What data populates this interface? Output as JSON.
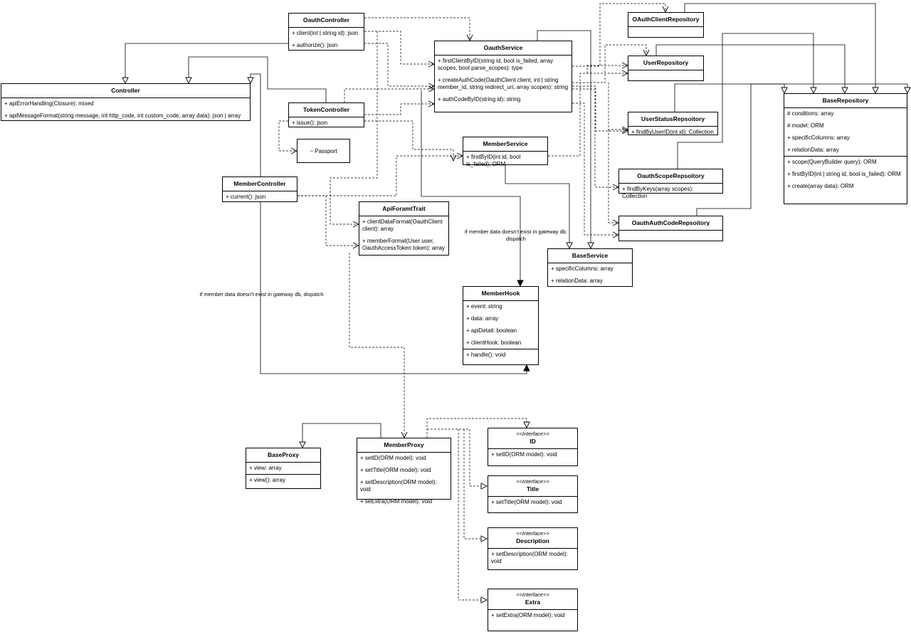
{
  "classes": {
    "oauth_controller": {
      "name": "OauthController",
      "ops": [
        "+ client(int | string id): json",
        "+ authorize(): json"
      ]
    },
    "controller": {
      "name": "Controller",
      "ops": [
        "+ apiErrorHandling(Closure): mixed",
        "+ apiMessageFormat(string message, int http_code, int custom_code, array data): json | array"
      ]
    },
    "token_controller": {
      "name": "TokenController",
      "ops": [
        "+ issue(): json"
      ]
    },
    "passport": {
      "name": "~ Passport"
    },
    "member_controller": {
      "name": "MemberController",
      "ops": [
        "+ current(): json"
      ]
    },
    "oauth_service": {
      "name": "OauthService",
      "ops": [
        "+ firstClientByID(string id, bool is_failed, array scopes, bool parse_scopes): type",
        "+ createAuthCode(OauthClient client, int | string member_id, string redirect_uri, array scopes): string",
        "+ authCodeByID(string id): string"
      ]
    },
    "member_service": {
      "name": "MemberService",
      "ops": [
        "+ firstByID(int id, bool is_failed): ORM"
      ]
    },
    "api_format_trait": {
      "name": "ApiForamtTrait",
      "ops": [
        "+ clientDataFormat(OauthClient client): array",
        "+ memberFormat(User user, OauthAccessToken token): array"
      ]
    },
    "base_service": {
      "name": "BaseService",
      "ops": [
        "+ specificColumns: array",
        "+ relationData: array"
      ]
    },
    "member_hook": {
      "name": "MemberHook",
      "attrs": [
        "+ event: string",
        "+ data: array",
        "+ apiDetail: boolean",
        "+ clientHook: boolean"
      ],
      "ops": [
        "+ handle(): void"
      ]
    },
    "oauth_client_repository": {
      "name": "OAuthClientRepository"
    },
    "user_repository": {
      "name": "UserRepository"
    },
    "user_status_repository": {
      "name": "UserStatusRepsoitory",
      "ops": [
        "+ findByUserID(int id): Collection"
      ]
    },
    "oauth_scope_repository": {
      "name": "OauthScopeRepsoitory",
      "ops": [
        "+ findByKeys(array scopes): Collection"
      ]
    },
    "oauth_auth_code_repository": {
      "name": "OauthAuthCodeRepsoitory"
    },
    "base_repository": {
      "name": "BaseRepository",
      "attrs": [
        "# conditions: array",
        "# model: ORM",
        "+ specificColumns: array",
        "+ relationData: array"
      ],
      "ops": [
        "+ scope(QueryBuilder query): ORM",
        "+ firstByID(int | string id, bool is_failed): ORM",
        "+ create(array data): ORM"
      ]
    },
    "base_proxy": {
      "name": "BaseProxy",
      "attrs": [
        "+ view: array"
      ],
      "ops": [
        "+ view(): array"
      ]
    },
    "member_proxy": {
      "name": "MemberProxy",
      "ops": [
        "+ setID(ORM model): void",
        "+ setTitle(ORM model): void",
        "+ setDescription(ORM model): void",
        "+ seExtra(ORM model): void"
      ]
    },
    "interface_id": {
      "stereotype": "<<Interface>>",
      "name": "ID",
      "ops": [
        "+ setID(ORM model): void"
      ]
    },
    "interface_title": {
      "stereotype": "<<Interface>>",
      "name": "Title",
      "ops": [
        "+ setTitle(ORM model): void"
      ]
    },
    "interface_description": {
      "stereotype": "<<Interface>>",
      "name": "Description",
      "ops": [
        "+ setDescription(ORM model): void"
      ]
    },
    "interface_extra": {
      "stereotype": "<<Interface>>",
      "name": "Extra",
      "ops": [
        "+ setExtra(ORM model): void"
      ]
    }
  },
  "notes": {
    "dispatch_right": "if member data doesn't exist in gateway db, dispatch",
    "dispatch_left": "if member data doesn't exist in gateway db, dispatch"
  }
}
